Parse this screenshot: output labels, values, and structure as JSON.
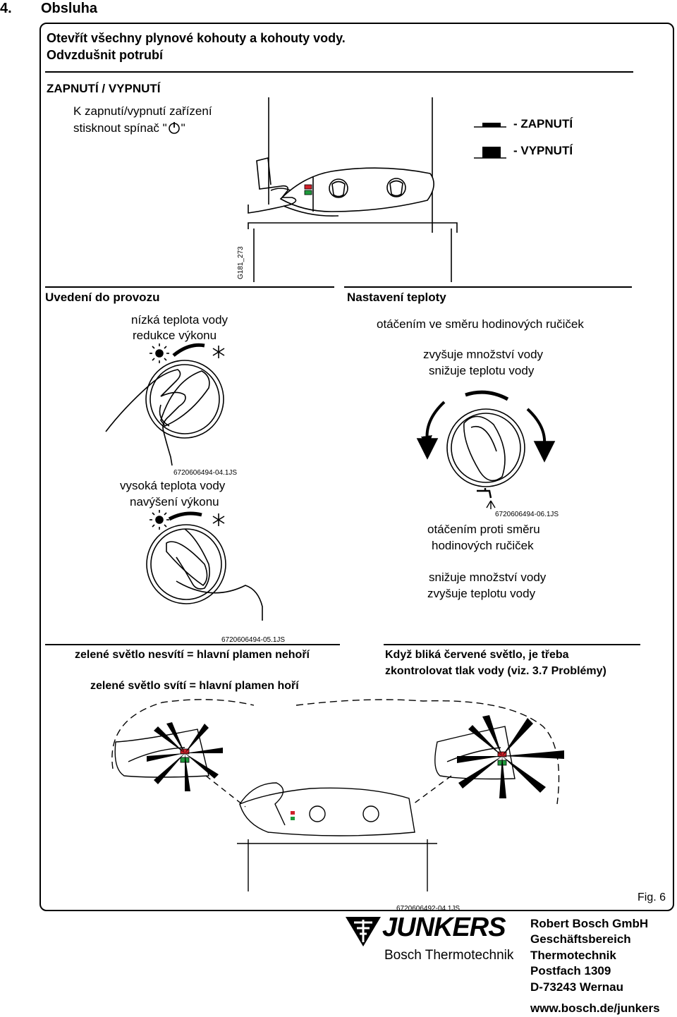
{
  "section": {
    "number": "4.",
    "title": "Obsluha"
  },
  "intro": {
    "line1": "Otevřít všechny plynové kohouty a kohouty vody.",
    "line2": "Odvzdušnit potrubí"
  },
  "power": {
    "heading": "ZAPNUTÍ / VYPNUTÍ",
    "instruction_line1": "K  zapnutí/vypnutí zařízení",
    "instruction_line2_before": "stisknout spínač \"",
    "instruction_line2_after": "\"",
    "on_label": "- ZAPNUTÍ",
    "off_label": "- VYPNUTÍ",
    "figure_code": "G181_273"
  },
  "commissioning": {
    "heading": "Uvedení do provozu",
    "low_line1": "nízká teplota vody",
    "low_line2": "redukce výkonu",
    "low_code": "6720606494-04.1JS",
    "high_line1": "vysoká teplota vody",
    "high_line2": "navýšení výkonu",
    "high_code": "6720606494-05.1JS"
  },
  "temperature": {
    "heading": "Nastavení teploty",
    "cw_line": "otáčením ve směru hodinových ručiček",
    "cw_effect1": "zvyšuje množství vody",
    "cw_effect2": "snižuje teplotu vody",
    "code": "6720606494-06.1JS",
    "ccw_line1": "otáčením proti směru",
    "ccw_line2": "hodinových ručiček",
    "ccw_effect1": "snižuje množství vody",
    "ccw_effect2": "zvyšuje teplotu vody"
  },
  "lights": {
    "green_off": "zelené světlo nesvítí = hlavní plamen nehoří",
    "green_on": "zelené světlo svítí = hlavní plamen hoří",
    "red_line1": "Když bliká červené světlo, je třeba",
    "red_line2": "zkontrolovat tlak vody (viz.  3.7  Problémy)",
    "code": "6720606492-04.1JS",
    "red_color": "#d0202a",
    "green_color": "#1f9a3c"
  },
  "figure_label": "Fig. 6",
  "footer": {
    "brand": "JUNKERS",
    "brand_sub": "Bosch Thermotechnik",
    "address": [
      "Robert Bosch GmbH",
      "Geschäftsbereich",
      "Thermotechnik",
      "Postfach 1309",
      "D-73243 Wernau"
    ],
    "url": "www.bosch.de/junkers"
  }
}
